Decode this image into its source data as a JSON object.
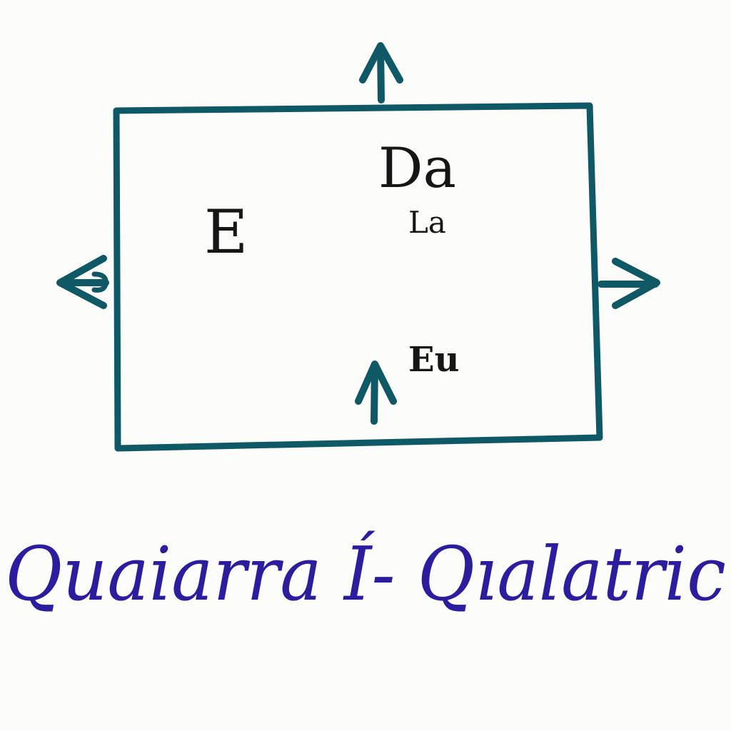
{
  "colors": {
    "stroke": "#0f5865",
    "label": "#161616",
    "caption": "#2c1c9e",
    "background": "#fcfcfa"
  },
  "labels": {
    "left_label": "E",
    "top_right_main": "Da",
    "top_right_sub": "La",
    "bottom_label": "Eu"
  },
  "caption": "Quaiarra Í- Qıalatric",
  "icons": [
    "arrow-up-icon",
    "arrow-left-icon",
    "arrow-right-icon",
    "arrow-up-inner-icon"
  ]
}
